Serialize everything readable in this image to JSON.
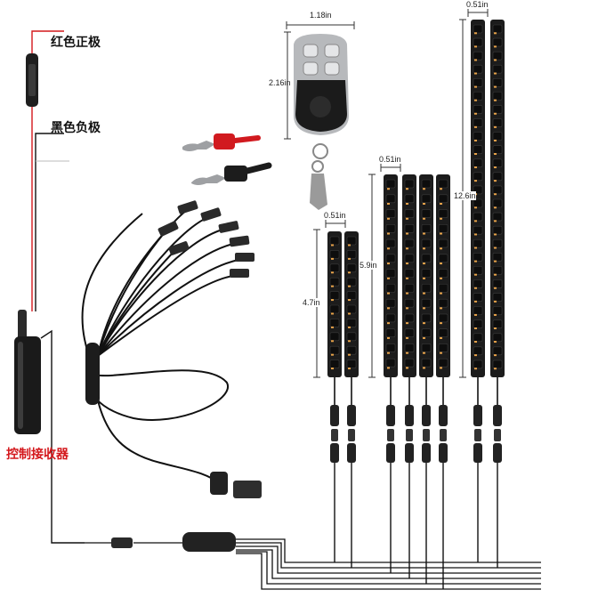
{
  "labels": {
    "red_positive": "红色正极",
    "black_negative": "黑色负极",
    "controller_receiver": "控制接收器"
  },
  "dimensions": {
    "remote_width": "1.18in",
    "remote_height": "2.16in",
    "long_strip_width": "0.51in",
    "long_strip_length": "12.6in",
    "mid_strip_width": "0.51in",
    "mid_strip_length": "5.9in",
    "short_strip_width": "0.51in",
    "short_strip_length": "4.7in"
  },
  "colors": {
    "red_wire": "#d4181c",
    "label_red": "#d4181c",
    "strip_body": "#1c1c1c",
    "led_amber": "#e8a34a",
    "cable": "#111111",
    "remote_silver": "#b7b9bc"
  },
  "products": {
    "short_strips": 2,
    "mid_strips": 4,
    "long_strips": 2
  }
}
